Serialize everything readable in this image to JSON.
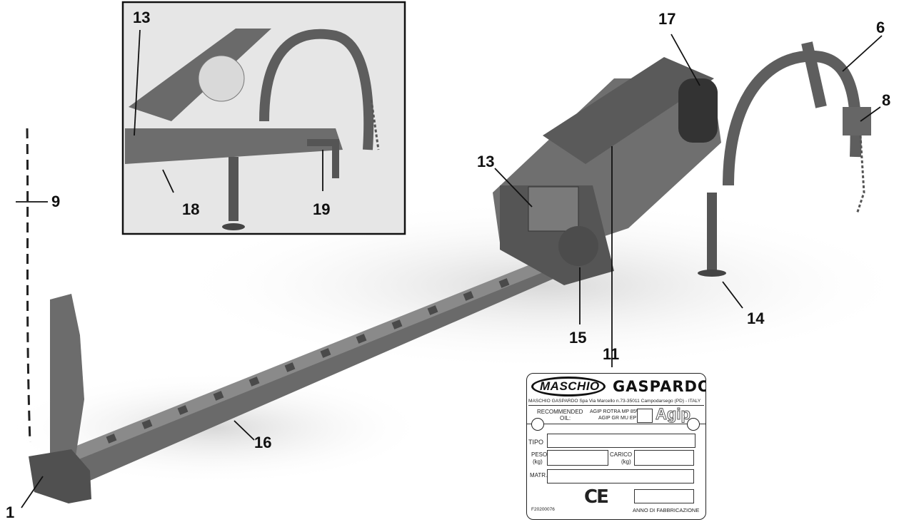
{
  "callouts": {
    "c1": "1",
    "c6": "6",
    "c8": "8",
    "c9": "9",
    "c11": "11",
    "c13_inset": "13",
    "c13_main": "13",
    "c14": "14",
    "c15": "15",
    "c16": "16",
    "c17": "17",
    "c18": "18",
    "c19": "19"
  },
  "plate": {
    "brand_left": "MASCHIO",
    "brand_right": "GASPARDO",
    "address": "MASCHIO GASPARDO Spa Via Marcello n.73-35011 Campodarsego (PD) - ITALY",
    "recommended": "RECOMMENDED",
    "oil": "OIL:",
    "oil_line1": "AGIP ROTRA MP 85W/140",
    "oil_line2": "AGIP GR MU EP 2",
    "agip": "Agip",
    "tipo": "TIPO",
    "peso": "PESO",
    "kg1": "(kg)",
    "carico": "CARICO",
    "kg2": "(kg)",
    "matr": "MATR.",
    "ce": "CE",
    "code": "F20200076",
    "anno": "ANNO DI FABBRICAZIONE"
  },
  "colors": {
    "machine": "#6f6f6f",
    "machine_dark": "#3e3e3e",
    "ink": "#111111"
  }
}
